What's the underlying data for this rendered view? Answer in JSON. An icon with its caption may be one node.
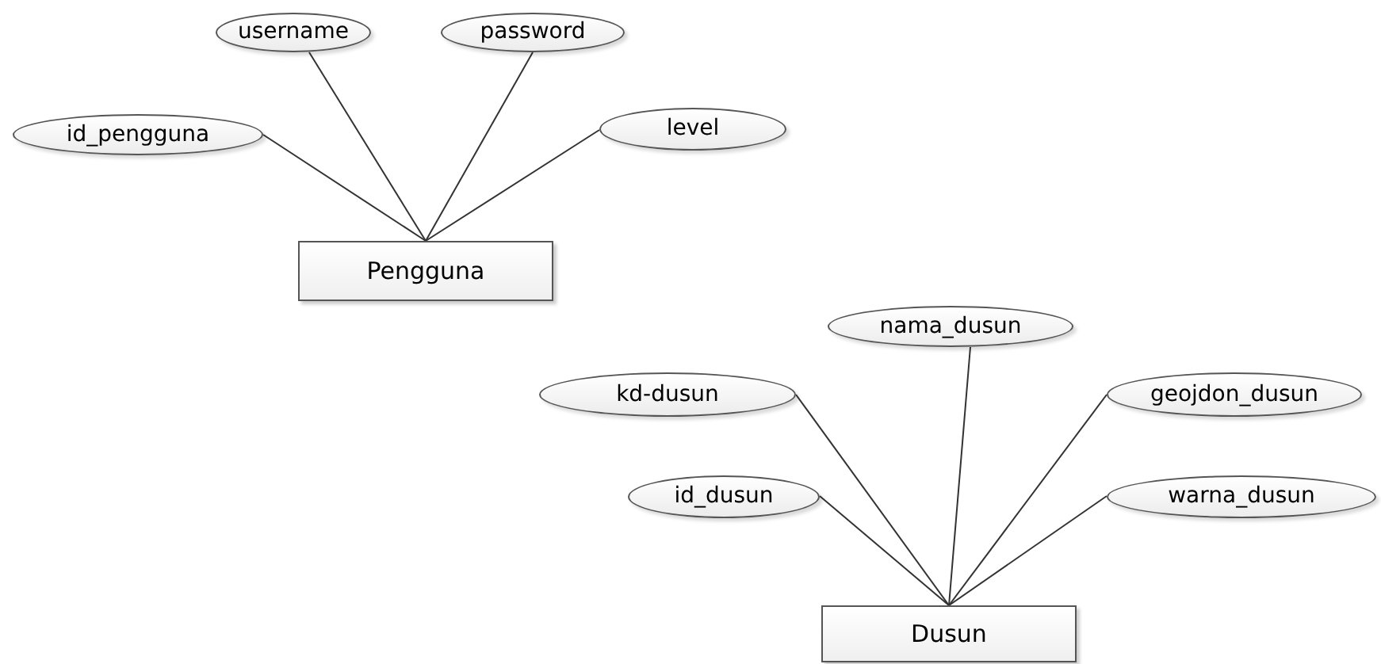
{
  "diagram": {
    "nodes": [
      {
        "text": [
          "username"
        ]
      },
      {
        "text": [
          "password"
        ]
      },
      {
        "text": [
          "id_pengguna"
        ]
      },
      {
        "text": [
          "level"
        ]
      },
      {
        "text": [
          "Pengguna"
        ]
      },
      {
        "text": [
          "nama_dusun"
        ]
      },
      {
        "text": [
          "kd-dusun"
        ]
      },
      {
        "text": [
          "geojdon_dusun"
        ]
      },
      {
        "text": [
          "id_dusun"
        ]
      },
      {
        "text": [
          "warna_dusun"
        ]
      },
      {
        "text": [
          "Dusun"
        ]
      }
    ],
    "edges": [
      {
        "from": 2,
        "to": 4,
        "arrow": "none"
      },
      {
        "from": 0,
        "to": 4,
        "arrow": "none"
      },
      {
        "from": 1,
        "to": 4,
        "arrow": "none"
      },
      {
        "from": 3,
        "to": 4,
        "arrow": "none"
      },
      {
        "from": 6,
        "to": 10,
        "arrow": "none"
      },
      {
        "from": 8,
        "to": 10,
        "arrow": "none"
      },
      {
        "from": 5,
        "to": 10,
        "arrow": "none"
      },
      {
        "from": 7,
        "to": 10,
        "arrow": "none"
      },
      {
        "from": 9,
        "to": 10,
        "arrow": "none"
      }
    ]
  }
}
